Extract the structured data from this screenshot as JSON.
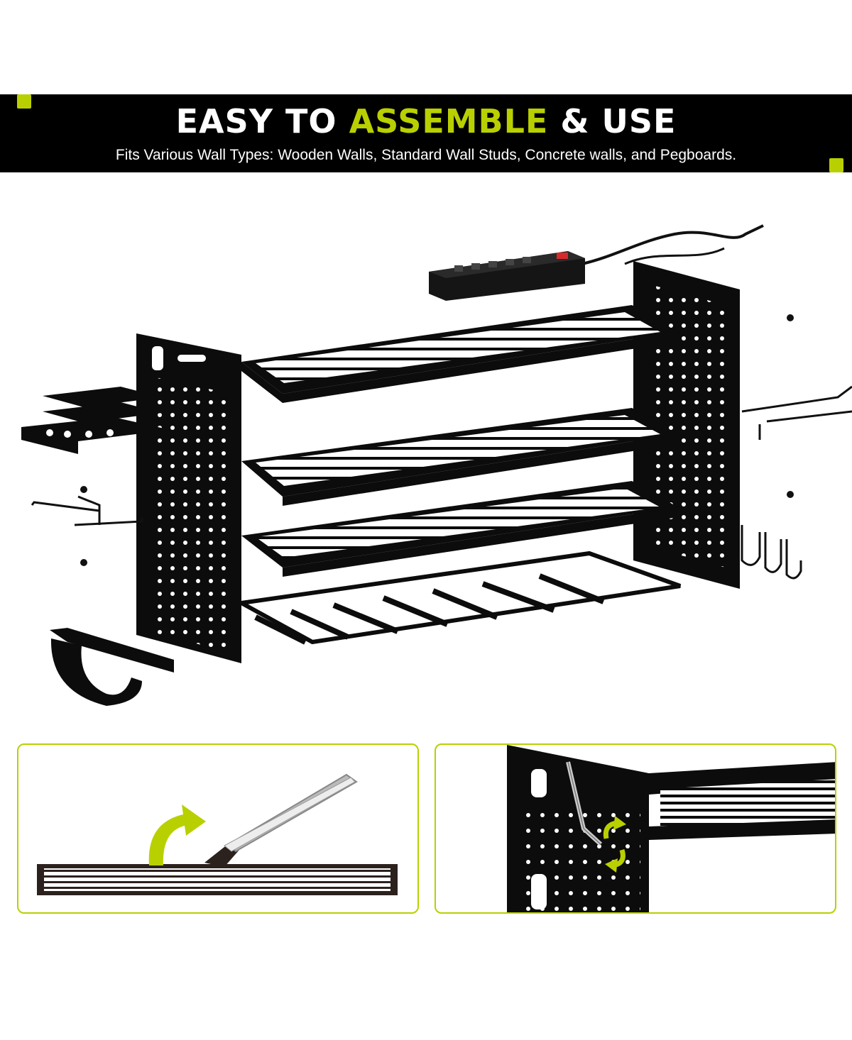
{
  "banner": {
    "title_part1": "EASY TO ",
    "title_highlight": "ASSEMBLE",
    "title_part2": " & USE",
    "subtitle": "Fits Various Wall Types: Wooden Walls, Standard Wall Studs, Concrete walls, and Pegboards."
  },
  "colors": {
    "accent": "#b9d000",
    "banner_bg": "#000000",
    "text_light": "#ffffff",
    "product_black": "#0c0c0c"
  },
  "illustrations": {
    "hero": "exploded-shelf-rack",
    "panel_left": "fold-out-shelf",
    "panel_right": "allen-key-assembly"
  },
  "icons": [
    "curved-arrow-icon",
    "rotate-icon",
    "power-strip-icon",
    "hook-icon",
    "screw-icon"
  ]
}
